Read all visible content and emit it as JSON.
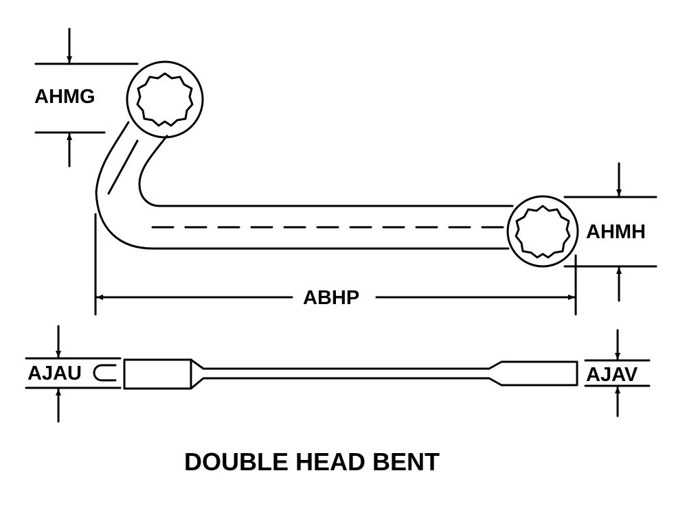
{
  "diagram": {
    "title": "DOUBLE HEAD BENT",
    "labels": {
      "top_head_height": "AHMG",
      "right_head_height": "AHMH",
      "overall_length": "ABHP",
      "left_head_thickness": "AJAU",
      "right_head_thickness": "AJAV"
    },
    "colors": {
      "line": "#000000",
      "background": "#ffffff"
    }
  }
}
